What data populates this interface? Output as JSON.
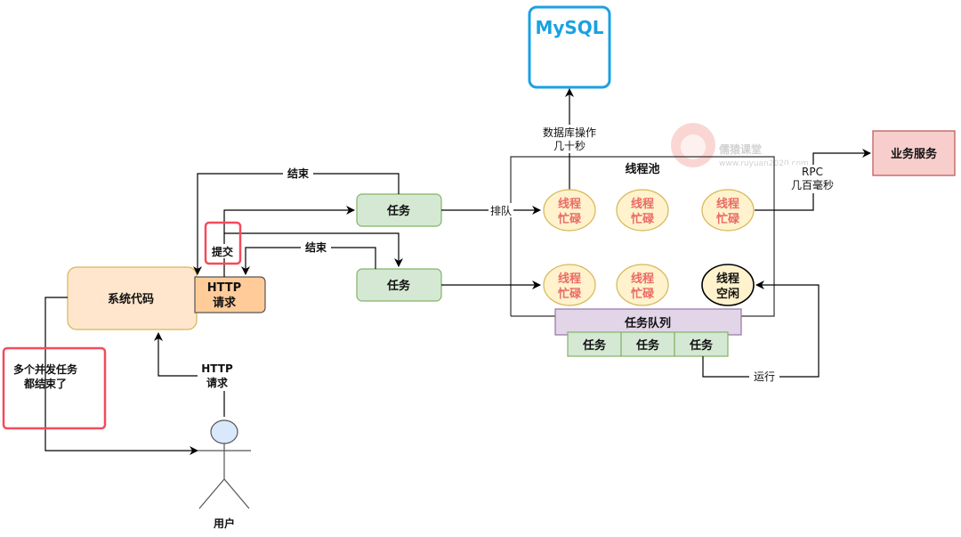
{
  "diagram": {
    "mysql": {
      "label": "MySQL",
      "color": "#1ba1e2"
    },
    "db_edge_label": [
      "数据库操作",
      "几十秒"
    ],
    "thread_pool": {
      "title": "线程池"
    },
    "business_service": {
      "label": "业务服务",
      "fill": "#f8cecc",
      "stroke": "#b85450"
    },
    "rpc_edge_label": [
      "RPC",
      "几百毫秒"
    ],
    "threads": [
      {
        "line1": "线程",
        "line2": "忙碌",
        "state": "busy"
      },
      {
        "line1": "线程",
        "line2": "忙碌",
        "state": "busy"
      },
      {
        "line1": "线程",
        "line2": "忙碌",
        "state": "busy"
      },
      {
        "line1": "线程",
        "line2": "忙碌",
        "state": "busy"
      },
      {
        "line1": "线程",
        "line2": "忙碌",
        "state": "busy"
      },
      {
        "line1": "线程",
        "line2": "空闲",
        "state": "idle"
      }
    ],
    "task_queue": {
      "title": "任务队列",
      "items": [
        "任务",
        "任务",
        "任务"
      ]
    },
    "run_edge_label": "运行",
    "queue_edge_label": "排队",
    "tasks": [
      "任务",
      "任务"
    ],
    "end_labels": [
      "结束",
      "结束"
    ],
    "submit_label": "提交",
    "system_code": {
      "label": "系统代码"
    },
    "http_request_box": [
      "HTTP",
      "请求"
    ],
    "user_http_label": [
      "HTTP",
      "请求"
    ],
    "note": [
      "多个并发任务",
      "都结束了"
    ],
    "user": {
      "label": "用户"
    },
    "watermark": {
      "brand": "儒猿课堂",
      "url": "www.ruyuan2020.com"
    }
  }
}
